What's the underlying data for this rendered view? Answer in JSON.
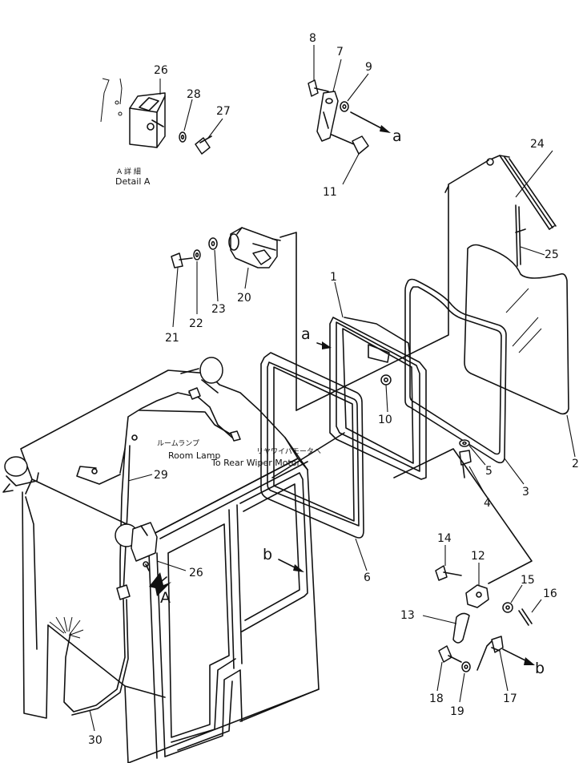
{
  "detail": {
    "jp": "A 詳 細",
    "en": "Detail A"
  },
  "room_lamp": {
    "jp": "ルームランプ",
    "en": "Room Lamp"
  },
  "rear_wiper": {
    "jp": "リヤワイパモータへ",
    "en": "To Rear Wiper Motor"
  },
  "callouts": {
    "p1": "1",
    "p2": "2",
    "p3": "3",
    "p4": "4",
    "p5": "5",
    "p6": "6",
    "p7": "7",
    "p8": "8",
    "p9": "9",
    "p10": "10",
    "p11": "11",
    "p12": "12",
    "p13": "13",
    "p14": "14",
    "p15": "15",
    "p16": "16",
    "p17": "17",
    "p18": "18",
    "p19": "19",
    "p20": "20",
    "p21": "21",
    "p22": "22",
    "p23": "23",
    "p24": "24",
    "p25": "25",
    "p26a": "26",
    "p26b": "26",
    "p27": "27",
    "p28": "28",
    "p29": "29",
    "p30": "30"
  },
  "refs": {
    "a_top": "a",
    "a_mid": "a",
    "b_cab": "b",
    "b_bot": "b",
    "A_view": "A"
  }
}
